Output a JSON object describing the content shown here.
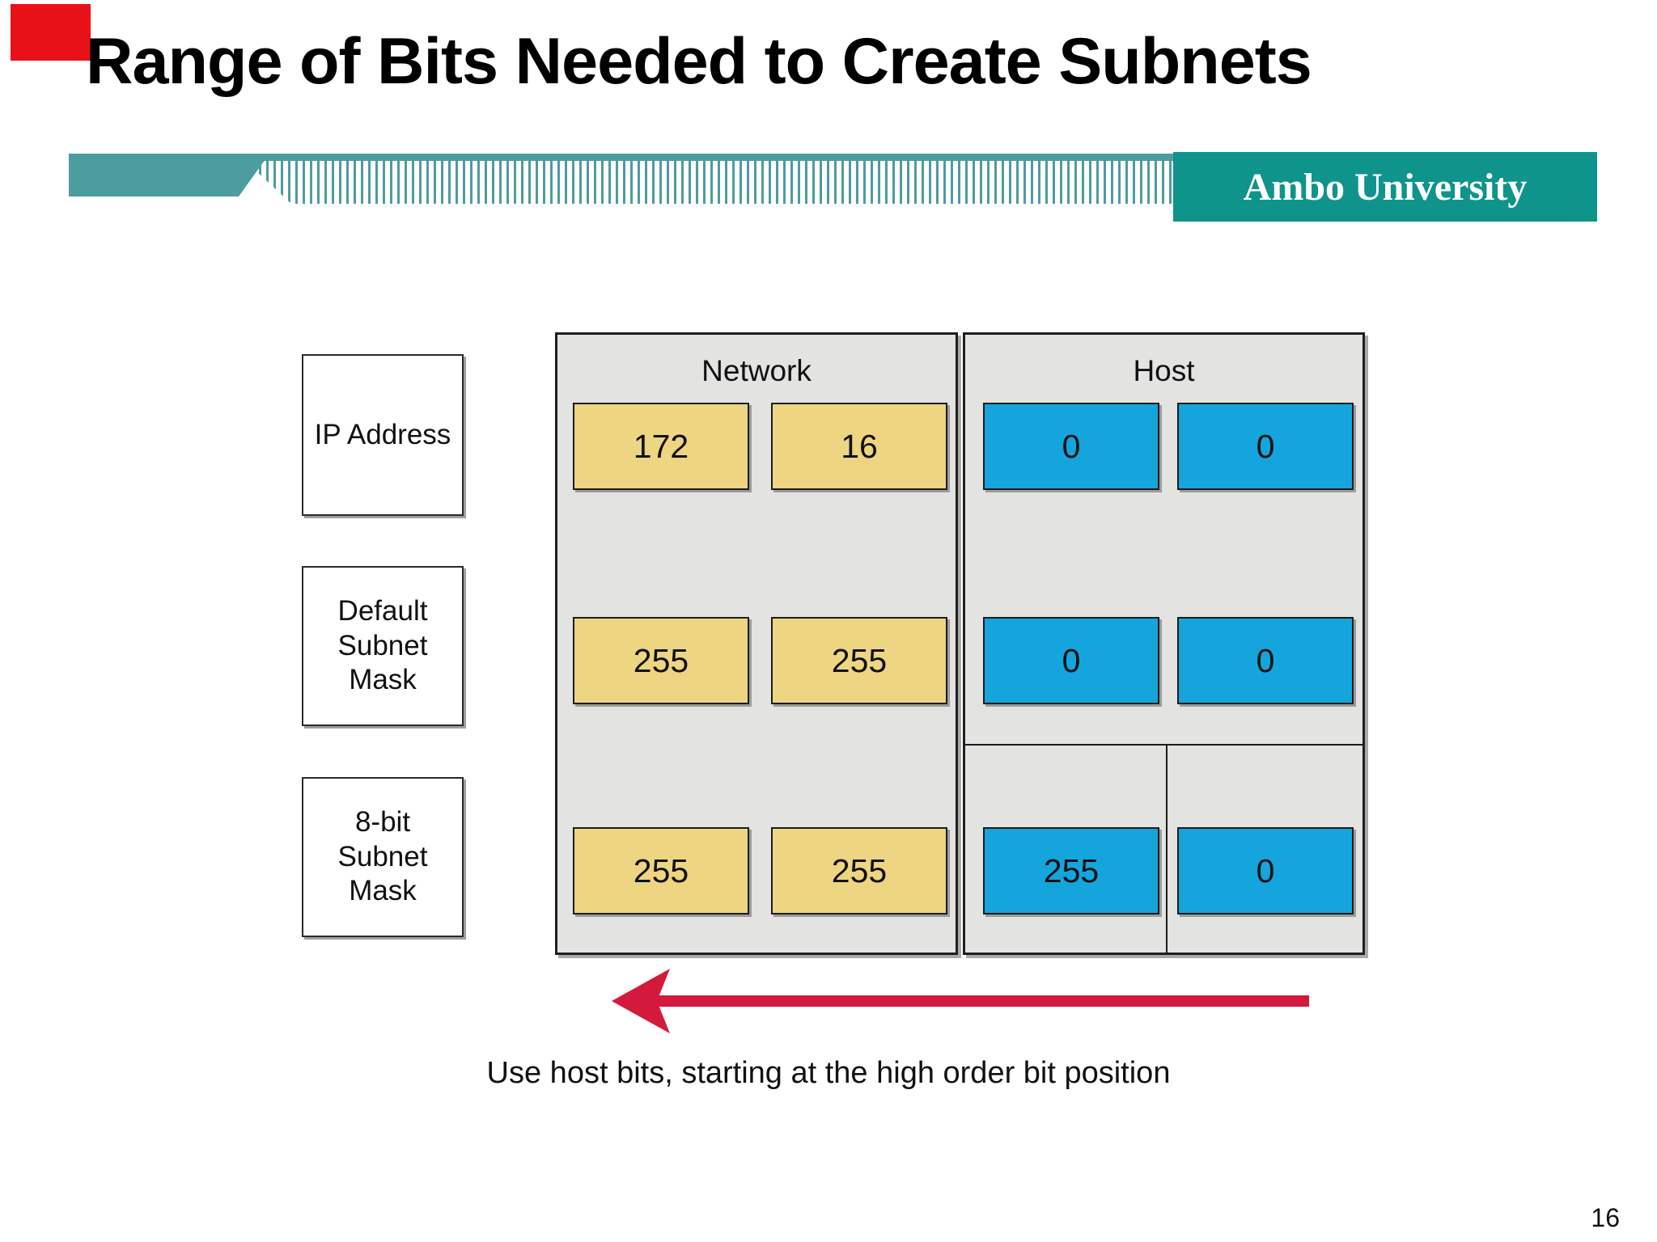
{
  "slide": {
    "title": "Range of Bits Needed to Create Subnets",
    "brand": "Ambo University",
    "caption": "Use host bits, starting at the high order bit position",
    "page_number": "16"
  },
  "diagram": {
    "network_header": "Network",
    "host_header": "Host",
    "row_labels": [
      "IP Address",
      "Default Subnet Mask",
      "8-bit Subnet Mask"
    ],
    "rows": [
      {
        "name": "ip-address",
        "network": [
          "172",
          "16"
        ],
        "host": [
          "0",
          "0"
        ]
      },
      {
        "name": "default-subnet-mask",
        "network": [
          "255",
          "255"
        ],
        "host": [
          "0",
          "0"
        ]
      },
      {
        "name": "8-bit-subnet-mask",
        "network": [
          "255",
          "255"
        ],
        "host": [
          "255",
          "0"
        ]
      }
    ]
  },
  "icons": {
    "direction_arrow": "left-pointing-red-arrow"
  },
  "colors": {
    "corner_red": "#e91118",
    "bar_teal": "#4d9ca0",
    "brand_teal": "#0f948c",
    "panel_gray": "#e3e3e2",
    "octet_yellow": "#edd582",
    "octet_cyan": "#14a5dc",
    "arrow_red": "#d41a3c",
    "text_black": "#111111"
  }
}
